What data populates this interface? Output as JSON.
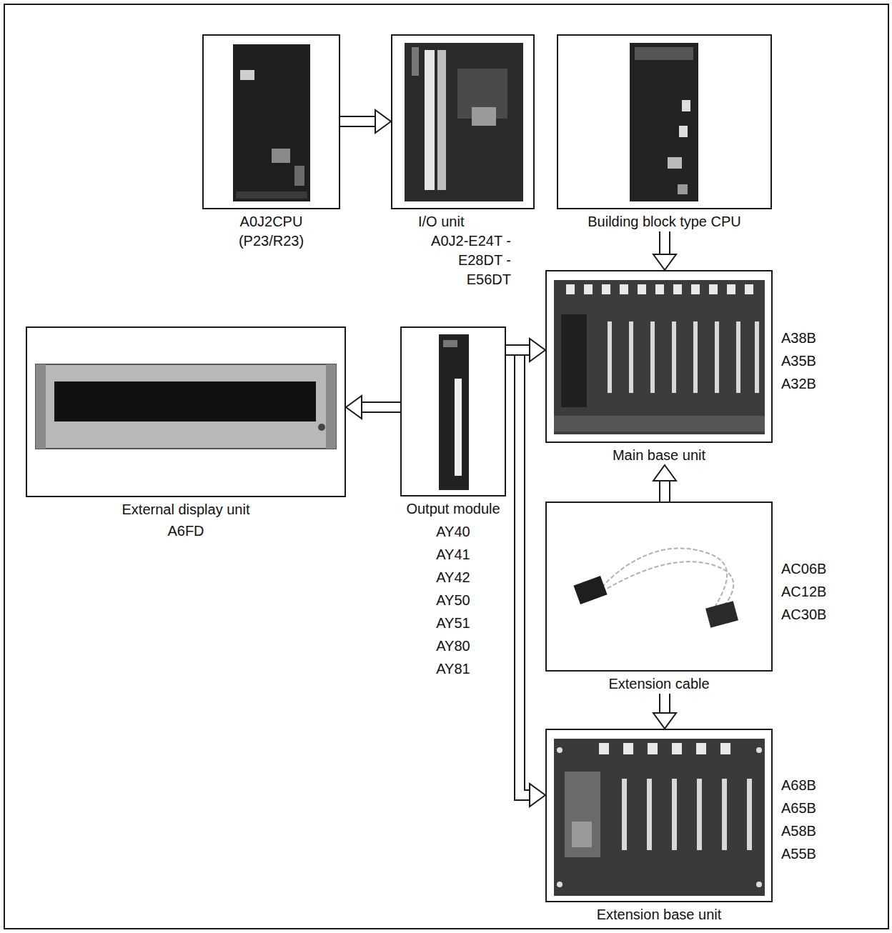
{
  "diagram": {
    "nodes": [
      {
        "text": [
          "A0J2CPU (P23/R23)"
        ]
      },
      {
        "text": [
          "I/O unit",
          "A0J2-E24T -E28DT -E56DT"
        ]
      },
      {
        "text": [
          "Building block type CPU"
        ]
      },
      {
        "text": [
          "Main base unit",
          "A38B A35B A32B"
        ]
      },
      {
        "text": [
          "External display unit",
          "A6FD"
        ]
      },
      {
        "text": [
          "Output module",
          "AY40 AY41 AY42 AY50 AY51 AY80 AY81"
        ]
      },
      {
        "text": [
          "Extension cable",
          "AC06B AC12B AC30B"
        ]
      },
      {
        "text": [
          "Extension base unit",
          "A68B A65B A58B A55B"
        ]
      }
    ],
    "edges": [
      {
        "from": 0,
        "to": 1,
        "arrow": "to"
      },
      {
        "from": 2,
        "to": 3,
        "arrow": "to"
      },
      {
        "from": 5,
        "to": 4,
        "arrow": "to"
      },
      {
        "from": 5,
        "to": 7,
        "arrow": "to"
      },
      {
        "from": 5,
        "to": 3,
        "arrow": "to"
      },
      {
        "from": 6,
        "to": 3,
        "arrow": "to"
      },
      {
        "from": 6,
        "to": 7,
        "arrow": "to"
      }
    ]
  }
}
